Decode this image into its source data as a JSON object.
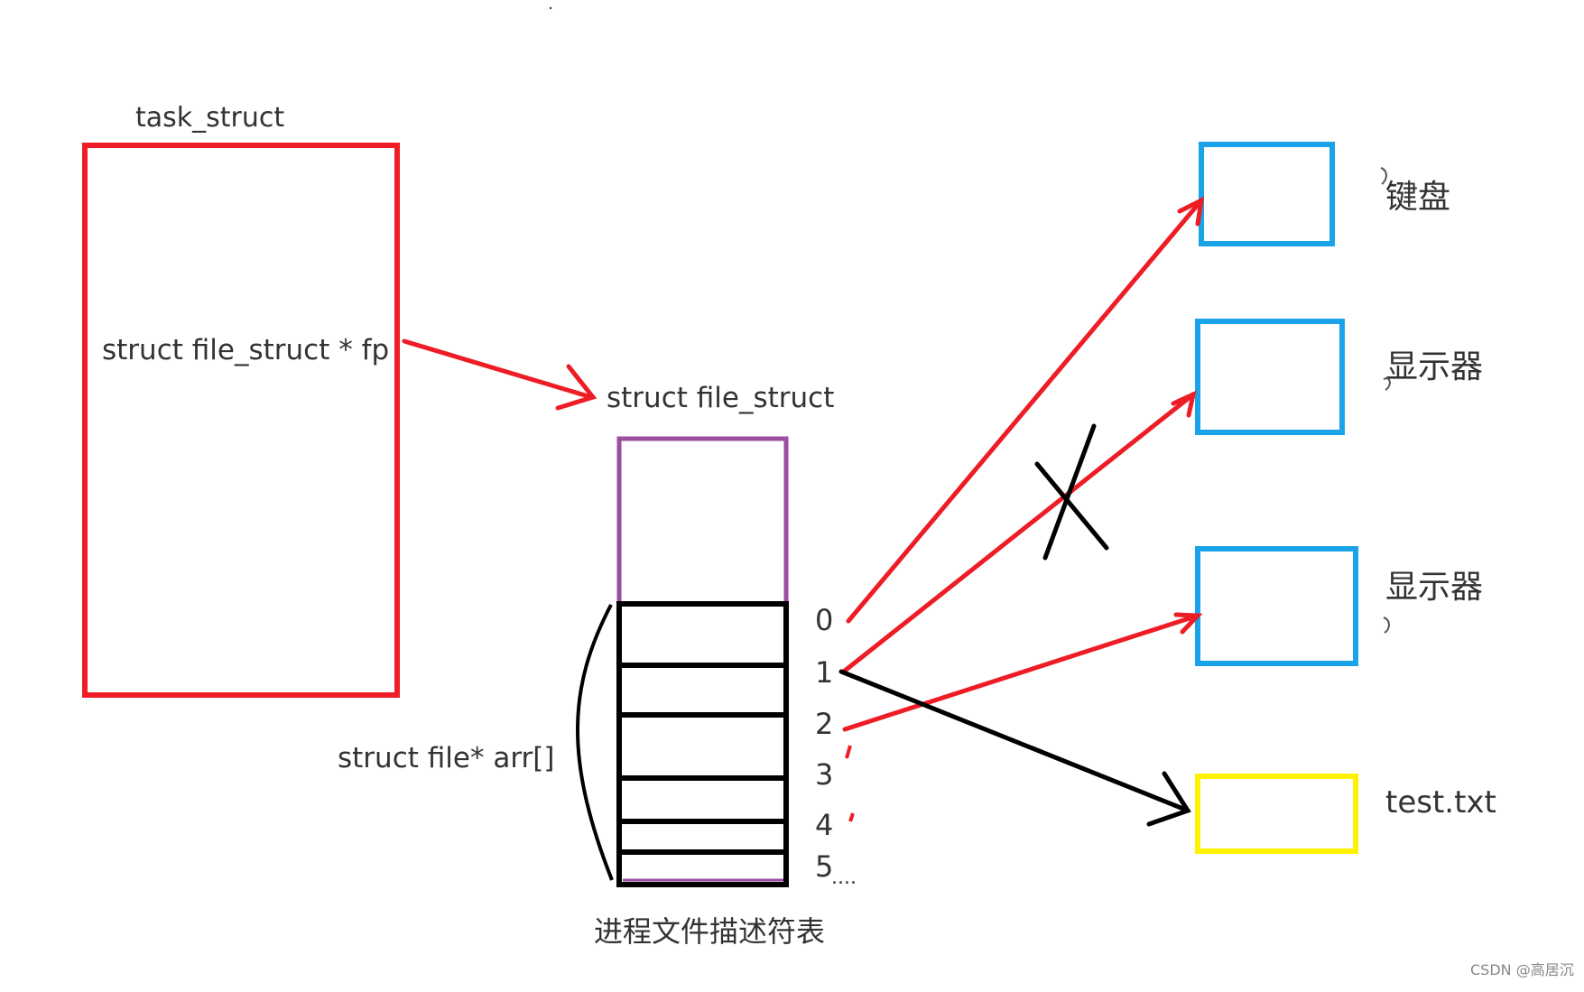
{
  "task_struct": {
    "title": "task_struct",
    "field": "struct file_struct * fp"
  },
  "file_struct": {
    "title": "struct file_struct",
    "array_label": "struct file* arr[]",
    "caption": "进程文件描述符表",
    "indices": [
      "0",
      "1",
      "2",
      "3",
      "4",
      "5"
    ],
    "ellipsis": "...."
  },
  "devices": [
    {
      "label": "键盘"
    },
    {
      "label": "显示器"
    },
    {
      "label": "显示器"
    },
    {
      "label": "test.txt"
    }
  ],
  "watermark": "CSDN @高居沉",
  "colors": {
    "task_box": "#ee1c24",
    "struct_box": "#9b4ea0",
    "device_box": "#1aa3e8",
    "file_box": "#fff200",
    "red_arrow": "#ee1c24",
    "black_arrow": "#000000"
  }
}
